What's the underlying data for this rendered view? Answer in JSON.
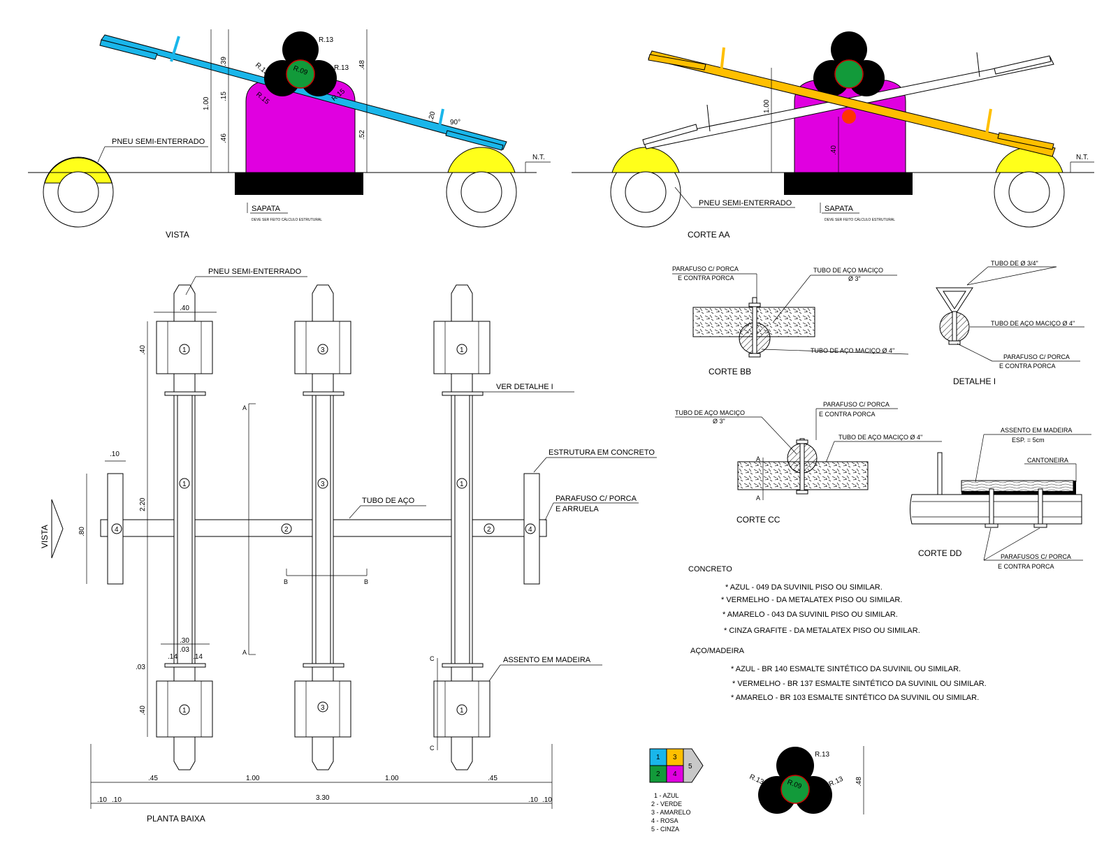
{
  "colors": {
    "blue": "#1ab6ea",
    "magenta": "#e000e0",
    "black": "#000000",
    "green": "#129a3a",
    "yellow": "#ffbf00",
    "tire_yellow": "#ffff1a",
    "red": "#ff3300",
    "gray": "#c8c8c8"
  },
  "vista": {
    "title": "VISTA",
    "tire_label": "PNEU SEMI-ENTERRADO",
    "nt": "N.T.",
    "sapata": "SAPATA",
    "sapata_note": "DEVE SER FEITO CÁLCULO ESTRUTURAL",
    "dim_39": ".39",
    "dim_15": ".15",
    "dim_46": ".46",
    "dim_100": "1.00",
    "dim_48": ".48",
    "dim_52": ".52",
    "dim_20": ".20",
    "angle": "90°",
    "r13a": "R.13",
    "r13b": "R.13",
    "r13c": "R.13",
    "r09": "R.09",
    "r15a": "R.15",
    "r15b": "R.15"
  },
  "corte_aa": {
    "title": "CORTE AA",
    "tire_label": "PNEU SEMI-ENTERRADO",
    "nt": "N.T.",
    "sapata": "SAPATA",
    "sapata_note": "DEVE SER FEITO CÁLCULO ESTRUTURAL",
    "dim_100": "1.00",
    "dim_40": ".40"
  },
  "planta": {
    "title": "PLANTA BAIXA",
    "tire_label": "PNEU SEMI-ENTERRADO",
    "ver_detalhe": "VER DETALHE I",
    "estrutura": "ESTRUTURA EM CONCRETO",
    "tubo": "TUBO DE AÇO",
    "parafuso1": "PARAFUSO C/ PORCA",
    "parafuso2": "E ARRUELA",
    "assento": "ASSENTO EM MADEIRA",
    "vista": "VISTA",
    "dim_40_top": ".40",
    "dim_40_v1": ".40",
    "dim_40_v2": ".40",
    "dim_220": "2.20",
    "dim_10": ".10",
    "dim_80": ".80",
    "dim_30": ".30",
    "dim_03a": ".03",
    "dim_03b": ".03",
    "dim_14a": ".14",
    "dim_14b": ".14",
    "dim_45a": ".45",
    "dim_100a": "1.00",
    "dim_100b": "1.00",
    "dim_45b": ".45",
    "dim_330": "3.30",
    "dim_10a": ".10",
    "dim_10b": ".10",
    "dim_10c": ".10",
    "dim_10d": ".10",
    "cut_a": "A",
    "cut_b": "B",
    "cut_c": "C",
    "n1": "1",
    "n2": "2",
    "n3": "3",
    "n4": "4"
  },
  "corte_bb": {
    "title": "CORTE BB",
    "parafuso1": "PARAFUSO C/ PORCA",
    "parafuso2": "E CONTRA PORCA",
    "tubo3a": "TUBO DE AÇO MACIÇO",
    "tubo3b": "Ø 3\"",
    "tubo4": "TUBO DE AÇO MACIÇO Ø 4\""
  },
  "detalhe_i": {
    "title": "DETALHE I",
    "tubo34": "TUBO DE Ø 3/4\"",
    "tubo4": "TUBO DE AÇO MACIÇO Ø 4\"",
    "parafuso1": "PARAFUSO C/ PORCA",
    "parafuso2": "E CONTRA PORCA"
  },
  "corte_cc": {
    "title": "CORTE CC",
    "tubo3a": "TUBO DE AÇO MACIÇO",
    "tubo3b": "Ø 3\"",
    "parafuso1": "PARAFUSO C/ PORCA",
    "parafuso2": "E CONTRA PORCA",
    "tubo4": "TUBO DE AÇO MACIÇO Ø 4\"",
    "cut": "A"
  },
  "corte_dd": {
    "title": "CORTE DD",
    "assento": "ASSENTO EM MADEIRA",
    "esp": "ESP. = 5cm",
    "cantoneira": "CANTONEIRA",
    "parafusos1": "PARAFUSOS C/ PORCA",
    "parafusos2": "E CONTRA PORCA"
  },
  "notes": {
    "concreto_title": "CONCRETO",
    "concreto": [
      "* AZUL - 049 DA SUVINIL PISO OU SIMILAR.",
      "* VERMELHO - DA METALATEX PISO OU SIMILAR.",
      "* AMARELO - 043 DA SUVINIL PISO OU SIMILAR.",
      "* CINZA GRAFITE - DA METALATEX PISO OU SIMILAR."
    ],
    "aco_title": "AÇO/MADEIRA",
    "aco": [
      "* AZUL - BR 140 ESMALTE SINTÉTICO DA SUVINIL OU SIMILAR.",
      "* VERMELHO - BR 137 ESMALTE SINTÉTICO DA SUVINIL OU SIMILAR.",
      "* AMARELO - BR 103 ESMALTE SINTÉTICO DA SUVINIL OU SIMILAR."
    ]
  },
  "legend": {
    "k1": "1",
    "k2": "2",
    "k3": "3",
    "k4": "4",
    "k5": "5",
    "items": [
      "1 - AZUL",
      "2 - VERDE",
      "3 - AMARELO",
      "4 - ROSA",
      "5 - CINZA"
    ]
  },
  "circles_detail": {
    "r13a": "R.13",
    "r13b": "R.13",
    "r13c": "R.13",
    "r09": "R.09",
    "dim_48": ".48"
  }
}
